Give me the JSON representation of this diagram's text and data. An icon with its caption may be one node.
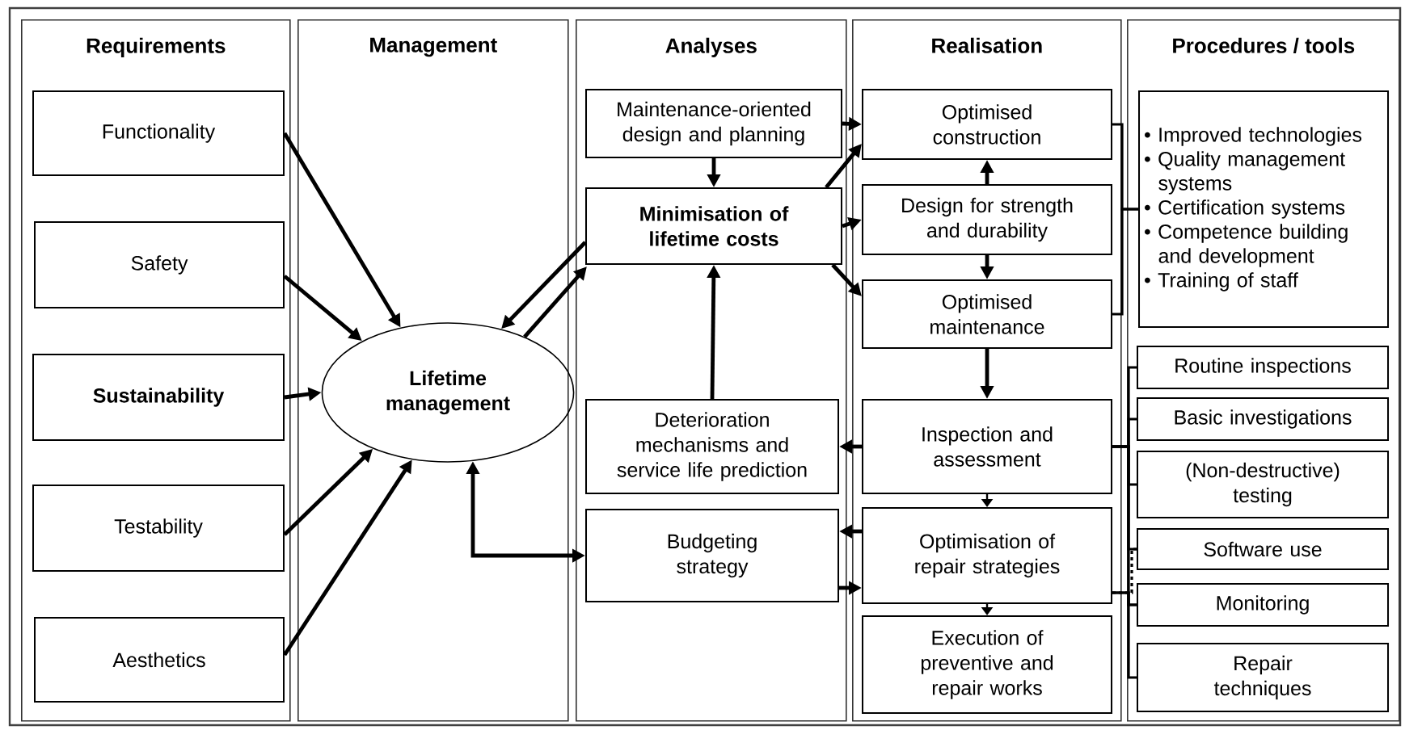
{
  "diagram": {
    "nodes": [
      {
        "text": [
          "Requirements"
        ]
      },
      {
        "text": [
          "Management"
        ]
      },
      {
        "text": [
          "Analyses"
        ]
      },
      {
        "text": [
          "Realisation"
        ]
      },
      {
        "text": [
          "Procedures / tools"
        ]
      },
      {
        "text": [
          "Functionality"
        ],
        "in": 0
      },
      {
        "text": [
          "Safety"
        ],
        "in": 0
      },
      {
        "text": [
          "Sustainability"
        ],
        "in": 0
      },
      {
        "text": [
          "Testability"
        ],
        "in": 0
      },
      {
        "text": [
          "Aesthetics"
        ],
        "in": 0
      },
      {
        "text": [
          "Lifetime management"
        ],
        "in": 1
      },
      {
        "text": [
          "Maintenance-oriented design and planning"
        ],
        "in": 2
      },
      {
        "text": [
          "Minimisation of lifetime costs"
        ],
        "in": 2
      },
      {
        "text": [
          "Deterioration mechanisms and service life prediction"
        ],
        "in": 2
      },
      {
        "text": [
          "Budgeting strategy"
        ],
        "in": 2
      },
      {
        "text": [
          "Optimised construction"
        ],
        "in": 3
      },
      {
        "text": [
          "Design for strength and durability"
        ],
        "in": 3
      },
      {
        "text": [
          "Optimised maintenance"
        ],
        "in": 3
      },
      {
        "text": [
          "Inspection and assessment"
        ],
        "in": 3
      },
      {
        "text": [
          "Optimisation of repair strategies"
        ],
        "in": 3
      },
      {
        "text": [
          "Execution of preventive and repair works"
        ],
        "in": 3
      },
      {
        "text": [
          "• Improved technologies",
          "• Quality management systems",
          "• Certification systems",
          "• Competence building and development",
          "• Training of staff"
        ],
        "in": 4
      },
      {
        "text": [
          "Routine inspections"
        ],
        "in": 4
      },
      {
        "text": [
          "Basic investigations"
        ],
        "in": 4
      },
      {
        "text": [
          "(Non-destructive) testing"
        ],
        "in": 4
      },
      {
        "text": [
          "Software use"
        ],
        "in": 4
      },
      {
        "text": [
          "Monitoring"
        ],
        "in": 4
      },
      {
        "text": [
          "Repair techniques"
        ],
        "in": 4
      }
    ],
    "edges": [
      {
        "from": 5,
        "to": 10,
        "arrow": "to"
      },
      {
        "from": 6,
        "to": 10,
        "arrow": "to"
      },
      {
        "from": 7,
        "to": 10,
        "arrow": "to"
      },
      {
        "from": 8,
        "to": 10,
        "arrow": "to"
      },
      {
        "from": 9,
        "to": 10,
        "arrow": "to"
      },
      {
        "from": 12,
        "to": 10,
        "arrow": "to"
      },
      {
        "from": 10,
        "to": 12,
        "arrow": "to"
      },
      {
        "from": 10,
        "to": 14,
        "arrow": "both"
      },
      {
        "from": 11,
        "to": 15,
        "arrow": "to"
      },
      {
        "from": 11,
        "to": 12,
        "arrow": "to"
      },
      {
        "from": 12,
        "to": 15,
        "arrow": "to"
      },
      {
        "from": 12,
        "to": 16,
        "arrow": "to"
      },
      {
        "from": 12,
        "to": 17,
        "arrow": "to"
      },
      {
        "from": 16,
        "to": 15,
        "arrow": "to"
      },
      {
        "from": 16,
        "to": 17,
        "arrow": "to"
      },
      {
        "from": 13,
        "to": 12,
        "arrow": "to"
      },
      {
        "from": 17,
        "to": 18,
        "arrow": "to"
      },
      {
        "from": 18,
        "to": 13,
        "arrow": "to"
      },
      {
        "from": 18,
        "to": 19,
        "arrow": "to"
      },
      {
        "from": 19,
        "to": 14,
        "arrow": "to"
      },
      {
        "from": 14,
        "to": 19,
        "arrow": "to"
      },
      {
        "from": 19,
        "to": 20,
        "arrow": "to"
      },
      {
        "from": 15,
        "to": 21,
        "arrow": "none"
      },
      {
        "from": 17,
        "to": 21,
        "arrow": "none"
      },
      {
        "from": 18,
        "to": 22,
        "arrow": "none"
      },
      {
        "from": 18,
        "to": 23,
        "arrow": "none"
      },
      {
        "from": 18,
        "to": 24,
        "arrow": "none"
      },
      {
        "from": 18,
        "to": 25,
        "arrow": "none"
      },
      {
        "from": 18,
        "to": 26,
        "arrow": "none"
      },
      {
        "from": 19,
        "to": 25,
        "arrow": "none",
        "style": "dashed"
      },
      {
        "from": 19,
        "to": 26,
        "arrow": "none"
      },
      {
        "from": 19,
        "to": 27,
        "arrow": "none"
      }
    ]
  }
}
